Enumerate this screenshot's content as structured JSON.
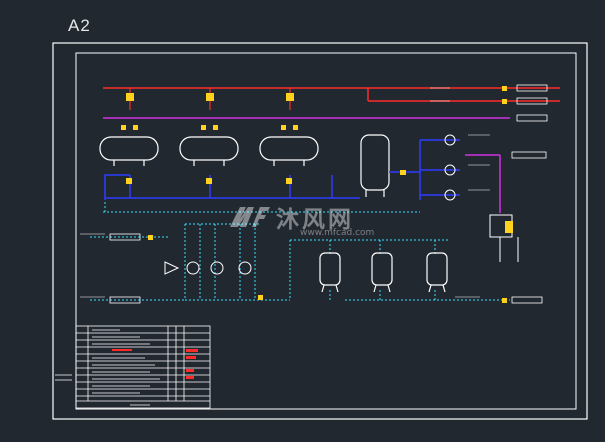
{
  "sheet": {
    "size_label": "A2"
  },
  "watermark": {
    "brand": "沐风网",
    "url": "www.mfcad.com",
    "icon": "mf-logo-icon"
  },
  "colors": {
    "background": "#212830",
    "frame": "#ffffff",
    "steam_line": "#ff2a2a",
    "water_line": "#35e0ff",
    "main_line": "#2c3cff",
    "aux_line": "#d030e0",
    "equipment": "#ffffff",
    "valve": "#ffd21e"
  },
  "title_block": {
    "visible": true
  }
}
